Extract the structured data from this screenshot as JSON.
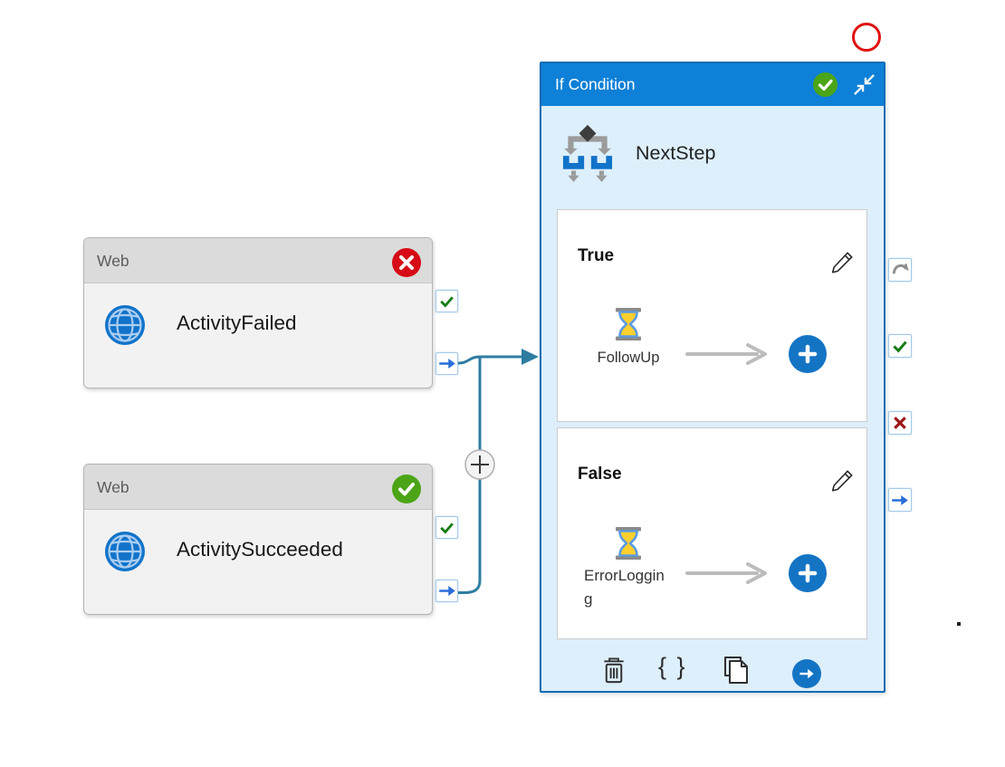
{
  "web_activities": [
    {
      "type_label": "Web",
      "name": "ActivityFailed",
      "status": "failed"
    },
    {
      "type_label": "Web",
      "name": "ActivitySucceeded",
      "status": "succeeded"
    }
  ],
  "if_condition": {
    "title": "If Condition",
    "activity_name": "NextStep",
    "status": "succeeded",
    "true_branch": {
      "label": "True",
      "activity_name": "FollowUp",
      "activity_type": "wait"
    },
    "false_branch": {
      "label": "False",
      "activity_name": "ErrorLogging",
      "activity_type": "wait"
    },
    "toolbar": {
      "braces_glyph": "{ }",
      "icons": [
        "delete",
        "code",
        "copy",
        "next"
      ]
    },
    "output_ports": [
      "completion-redo",
      "success-check",
      "failure-x",
      "next-arrow"
    ]
  },
  "colors": {
    "if_header_blue": "#0e80d7",
    "if_body_blue": "#ddeffb",
    "if_border_blue": "#0e6cb5",
    "connector_teal": "#2e7da1",
    "success_green": "#4ba517",
    "error_red": "#d60b15",
    "port_check_green": "#177d17",
    "port_x_red": "#9c1616",
    "port_arrow_blue": "#2a6ed8",
    "accent_blue": "#1474c4",
    "annotation_red": "#e11212"
  }
}
